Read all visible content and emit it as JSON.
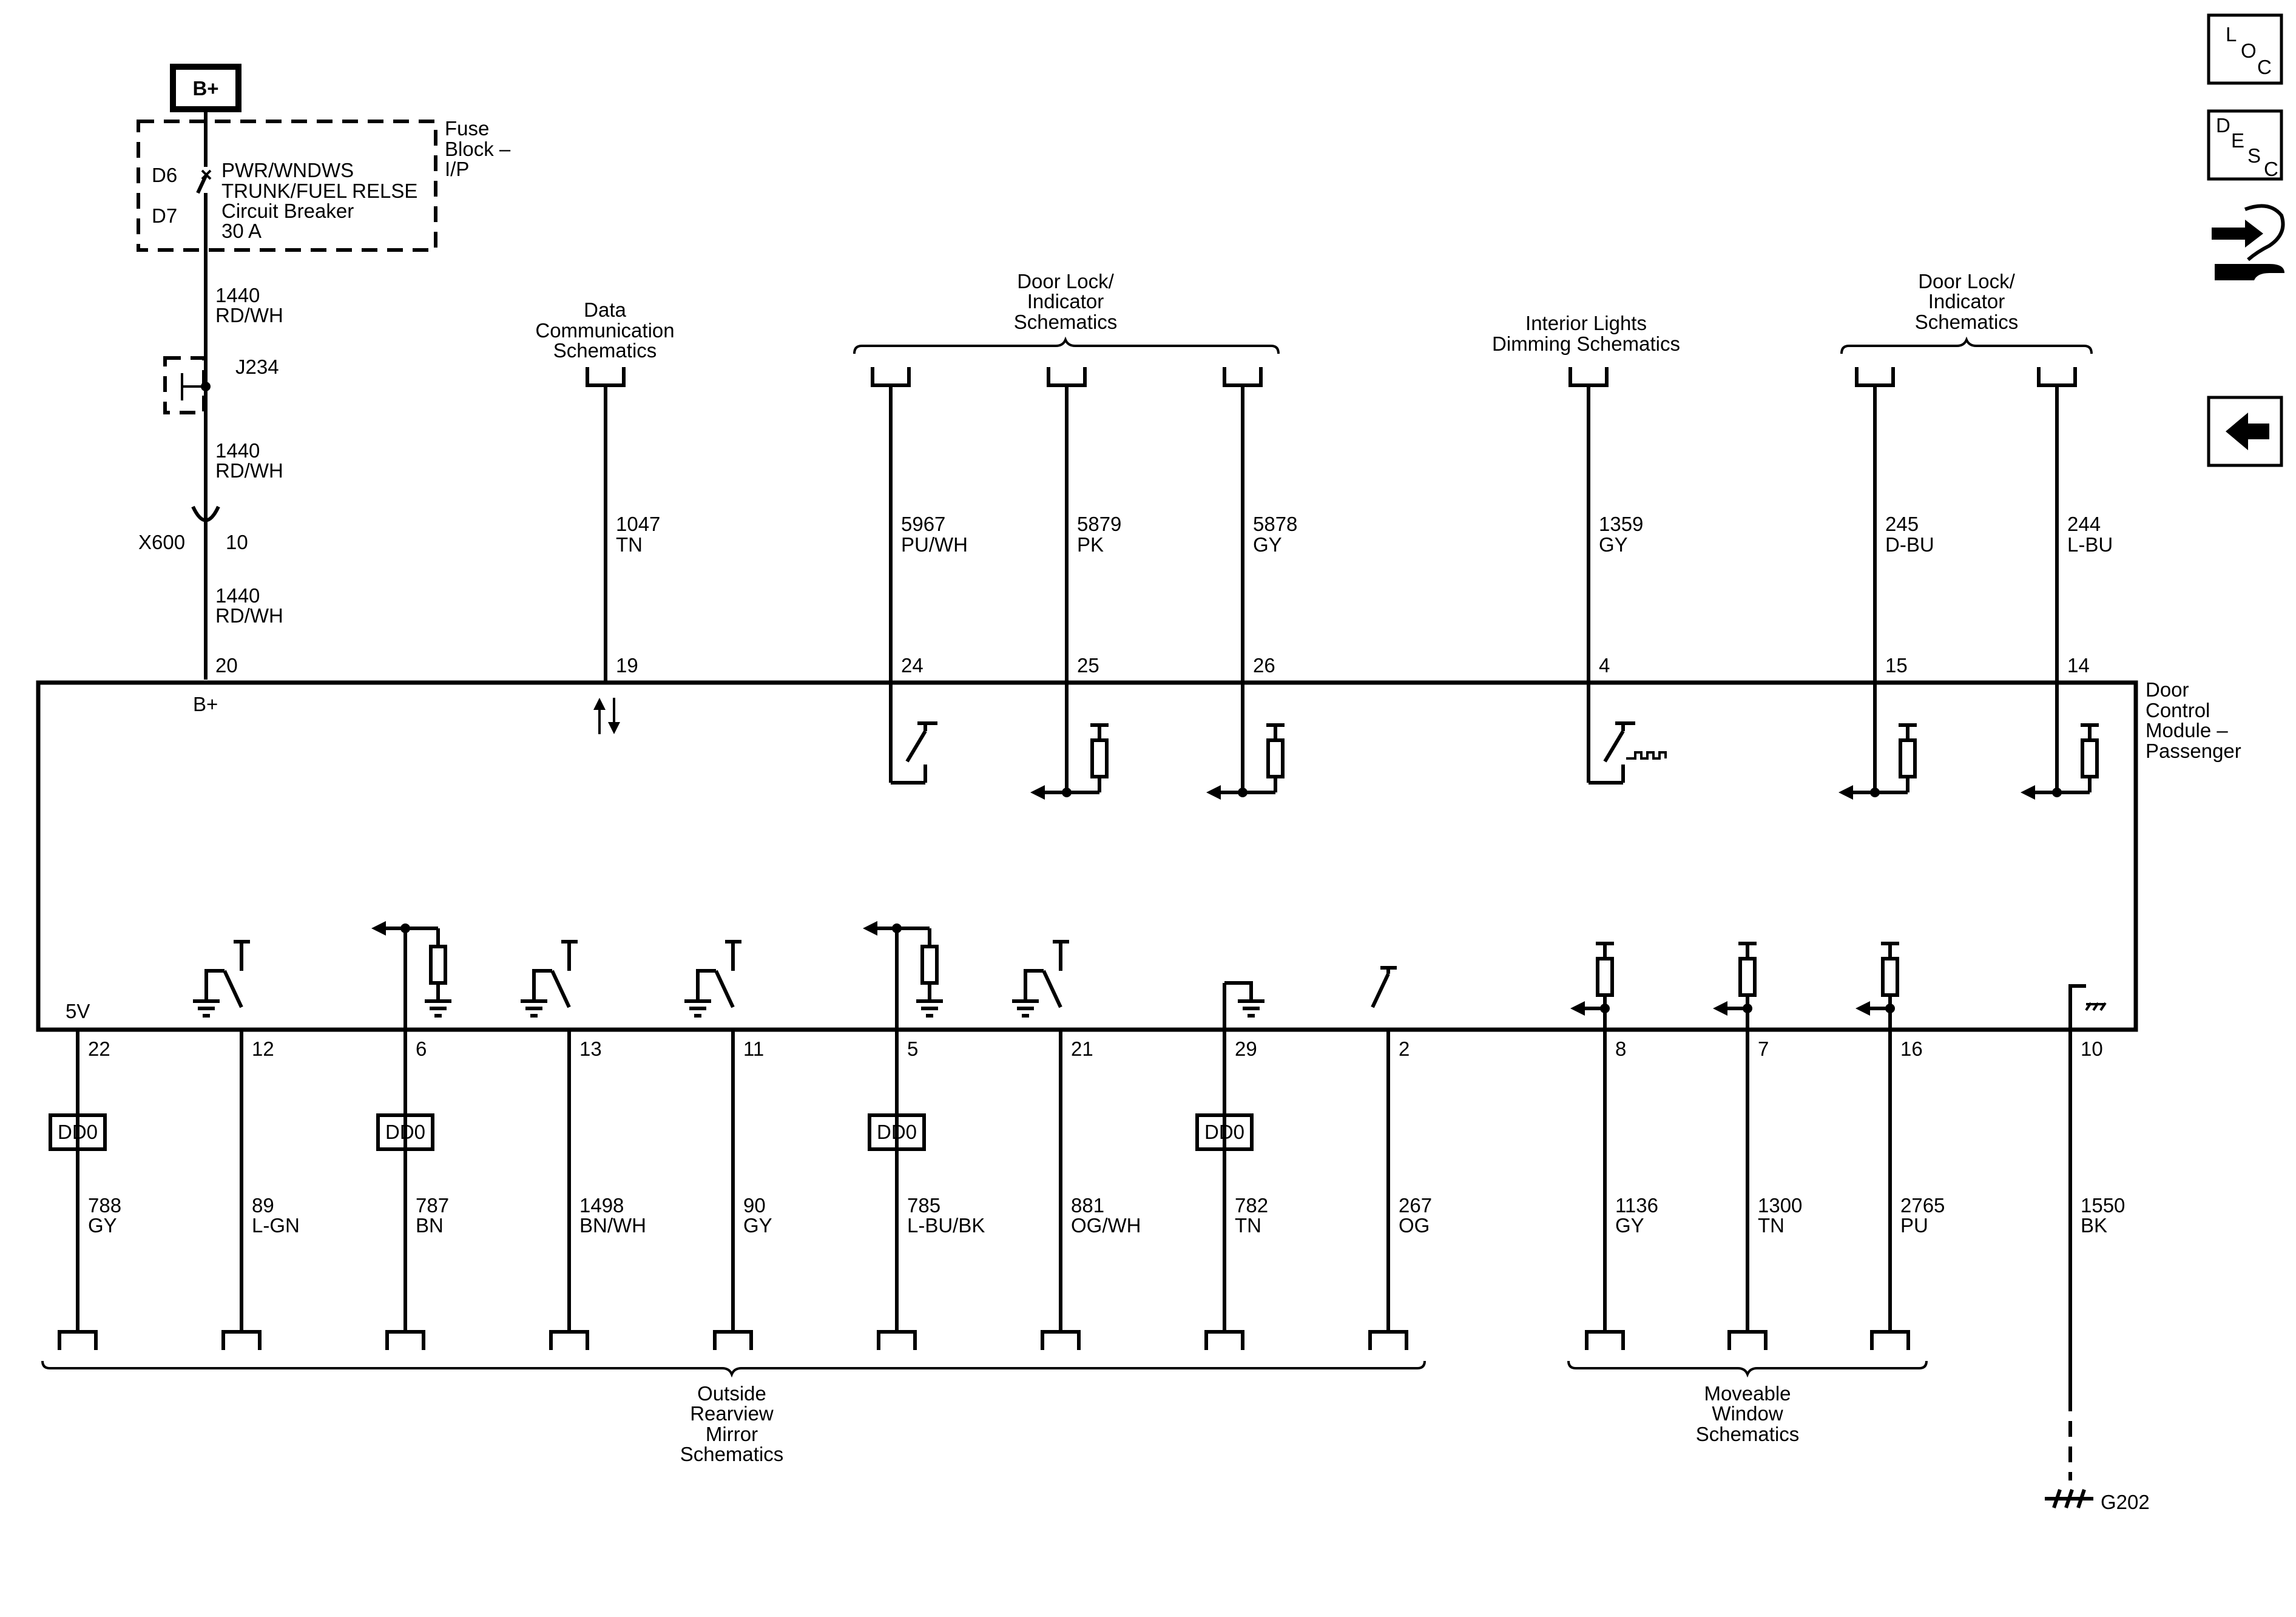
{
  "power": {
    "supply_label": "B+",
    "fuse_block": {
      "line1": "Fuse",
      "line2": "Block –",
      "line3": "I/P"
    },
    "fuse_pins": {
      "top": "D6",
      "bottom": "D7"
    },
    "breaker": {
      "line1": "PWR/WNDWS",
      "line2": "TRUNK/FUEL RELSE",
      "line3": "Circuit Breaker",
      "line4": "30 A"
    },
    "wire_segments": [
      {
        "circuit": "1440",
        "color": "RD/WH"
      },
      {
        "circuit": "1440",
        "color": "RD/WH"
      },
      {
        "circuit": "1440",
        "color": "RD/WH"
      }
    ],
    "splice": "J234",
    "connector": {
      "name": "X600",
      "pin": "10"
    }
  },
  "module": {
    "name_lines": [
      "Door",
      "Control",
      "Module –",
      "Passenger"
    ],
    "supply_label": "B+",
    "five_volt_label": "5V"
  },
  "top_refs": [
    {
      "lines": [
        "Data",
        "Communication",
        "Schematics"
      ]
    },
    {
      "lines": [
        "Door Lock/",
        "Indicator",
        "Schematics"
      ]
    },
    {
      "lines": [
        "Interior Lights",
        "Dimming Schematics"
      ]
    },
    {
      "lines": [
        "Door Lock/",
        "Indicator",
        "Schematics"
      ]
    }
  ],
  "top_circuits": [
    {
      "pin": "20",
      "circuit": "",
      "color": ""
    },
    {
      "pin": "19",
      "circuit": "1047",
      "color": "TN"
    },
    {
      "pin": "24",
      "circuit": "5967",
      "color": "PU/WH"
    },
    {
      "pin": "25",
      "circuit": "5879",
      "color": "PK"
    },
    {
      "pin": "26",
      "circuit": "5878",
      "color": "GY"
    },
    {
      "pin": "4",
      "circuit": "1359",
      "color": "GY"
    },
    {
      "pin": "15",
      "circuit": "245",
      "color": "D-BU"
    },
    {
      "pin": "14",
      "circuit": "244",
      "color": "L-BU"
    }
  ],
  "bottom_circuits": [
    {
      "pin": "22",
      "circuit": "788",
      "color": "GY",
      "dd": "DD0"
    },
    {
      "pin": "12",
      "circuit": "89",
      "color": "L-GN",
      "dd": ""
    },
    {
      "pin": "6",
      "circuit": "787",
      "color": "BN",
      "dd": "DD0"
    },
    {
      "pin": "13",
      "circuit": "1498",
      "color": "BN/WH",
      "dd": ""
    },
    {
      "pin": "11",
      "circuit": "90",
      "color": "GY",
      "dd": ""
    },
    {
      "pin": "5",
      "circuit": "785",
      "color": "L-BU/BK",
      "dd": "DD0"
    },
    {
      "pin": "21",
      "circuit": "881",
      "color": "OG/WH",
      "dd": ""
    },
    {
      "pin": "29",
      "circuit": "782",
      "color": "TN",
      "dd": "DD0"
    },
    {
      "pin": "2",
      "circuit": "267",
      "color": "OG",
      "dd": ""
    },
    {
      "pin": "8",
      "circuit": "1136",
      "color": "GY",
      "dd": ""
    },
    {
      "pin": "7",
      "circuit": "1300",
      "color": "TN",
      "dd": ""
    },
    {
      "pin": "16",
      "circuit": "2765",
      "color": "PU",
      "dd": ""
    },
    {
      "pin": "10",
      "circuit": "1550",
      "color": "BK",
      "dd": ""
    }
  ],
  "bottom_refs": [
    {
      "lines": [
        "Outside",
        "Rearview",
        "Mirror",
        "Schematics"
      ]
    },
    {
      "lines": [
        "Moveable",
        "Window",
        "Schematics"
      ]
    }
  ],
  "ground": "G202",
  "nav": {
    "loc": {
      "l1": "L",
      "l2": "O",
      "l3": "C"
    },
    "desc": {
      "l1": "D",
      "l2": "E",
      "l3": "S",
      "l4": "C"
    },
    "icons": [
      "connector-tool-icon",
      "back-arrow-icon"
    ]
  }
}
